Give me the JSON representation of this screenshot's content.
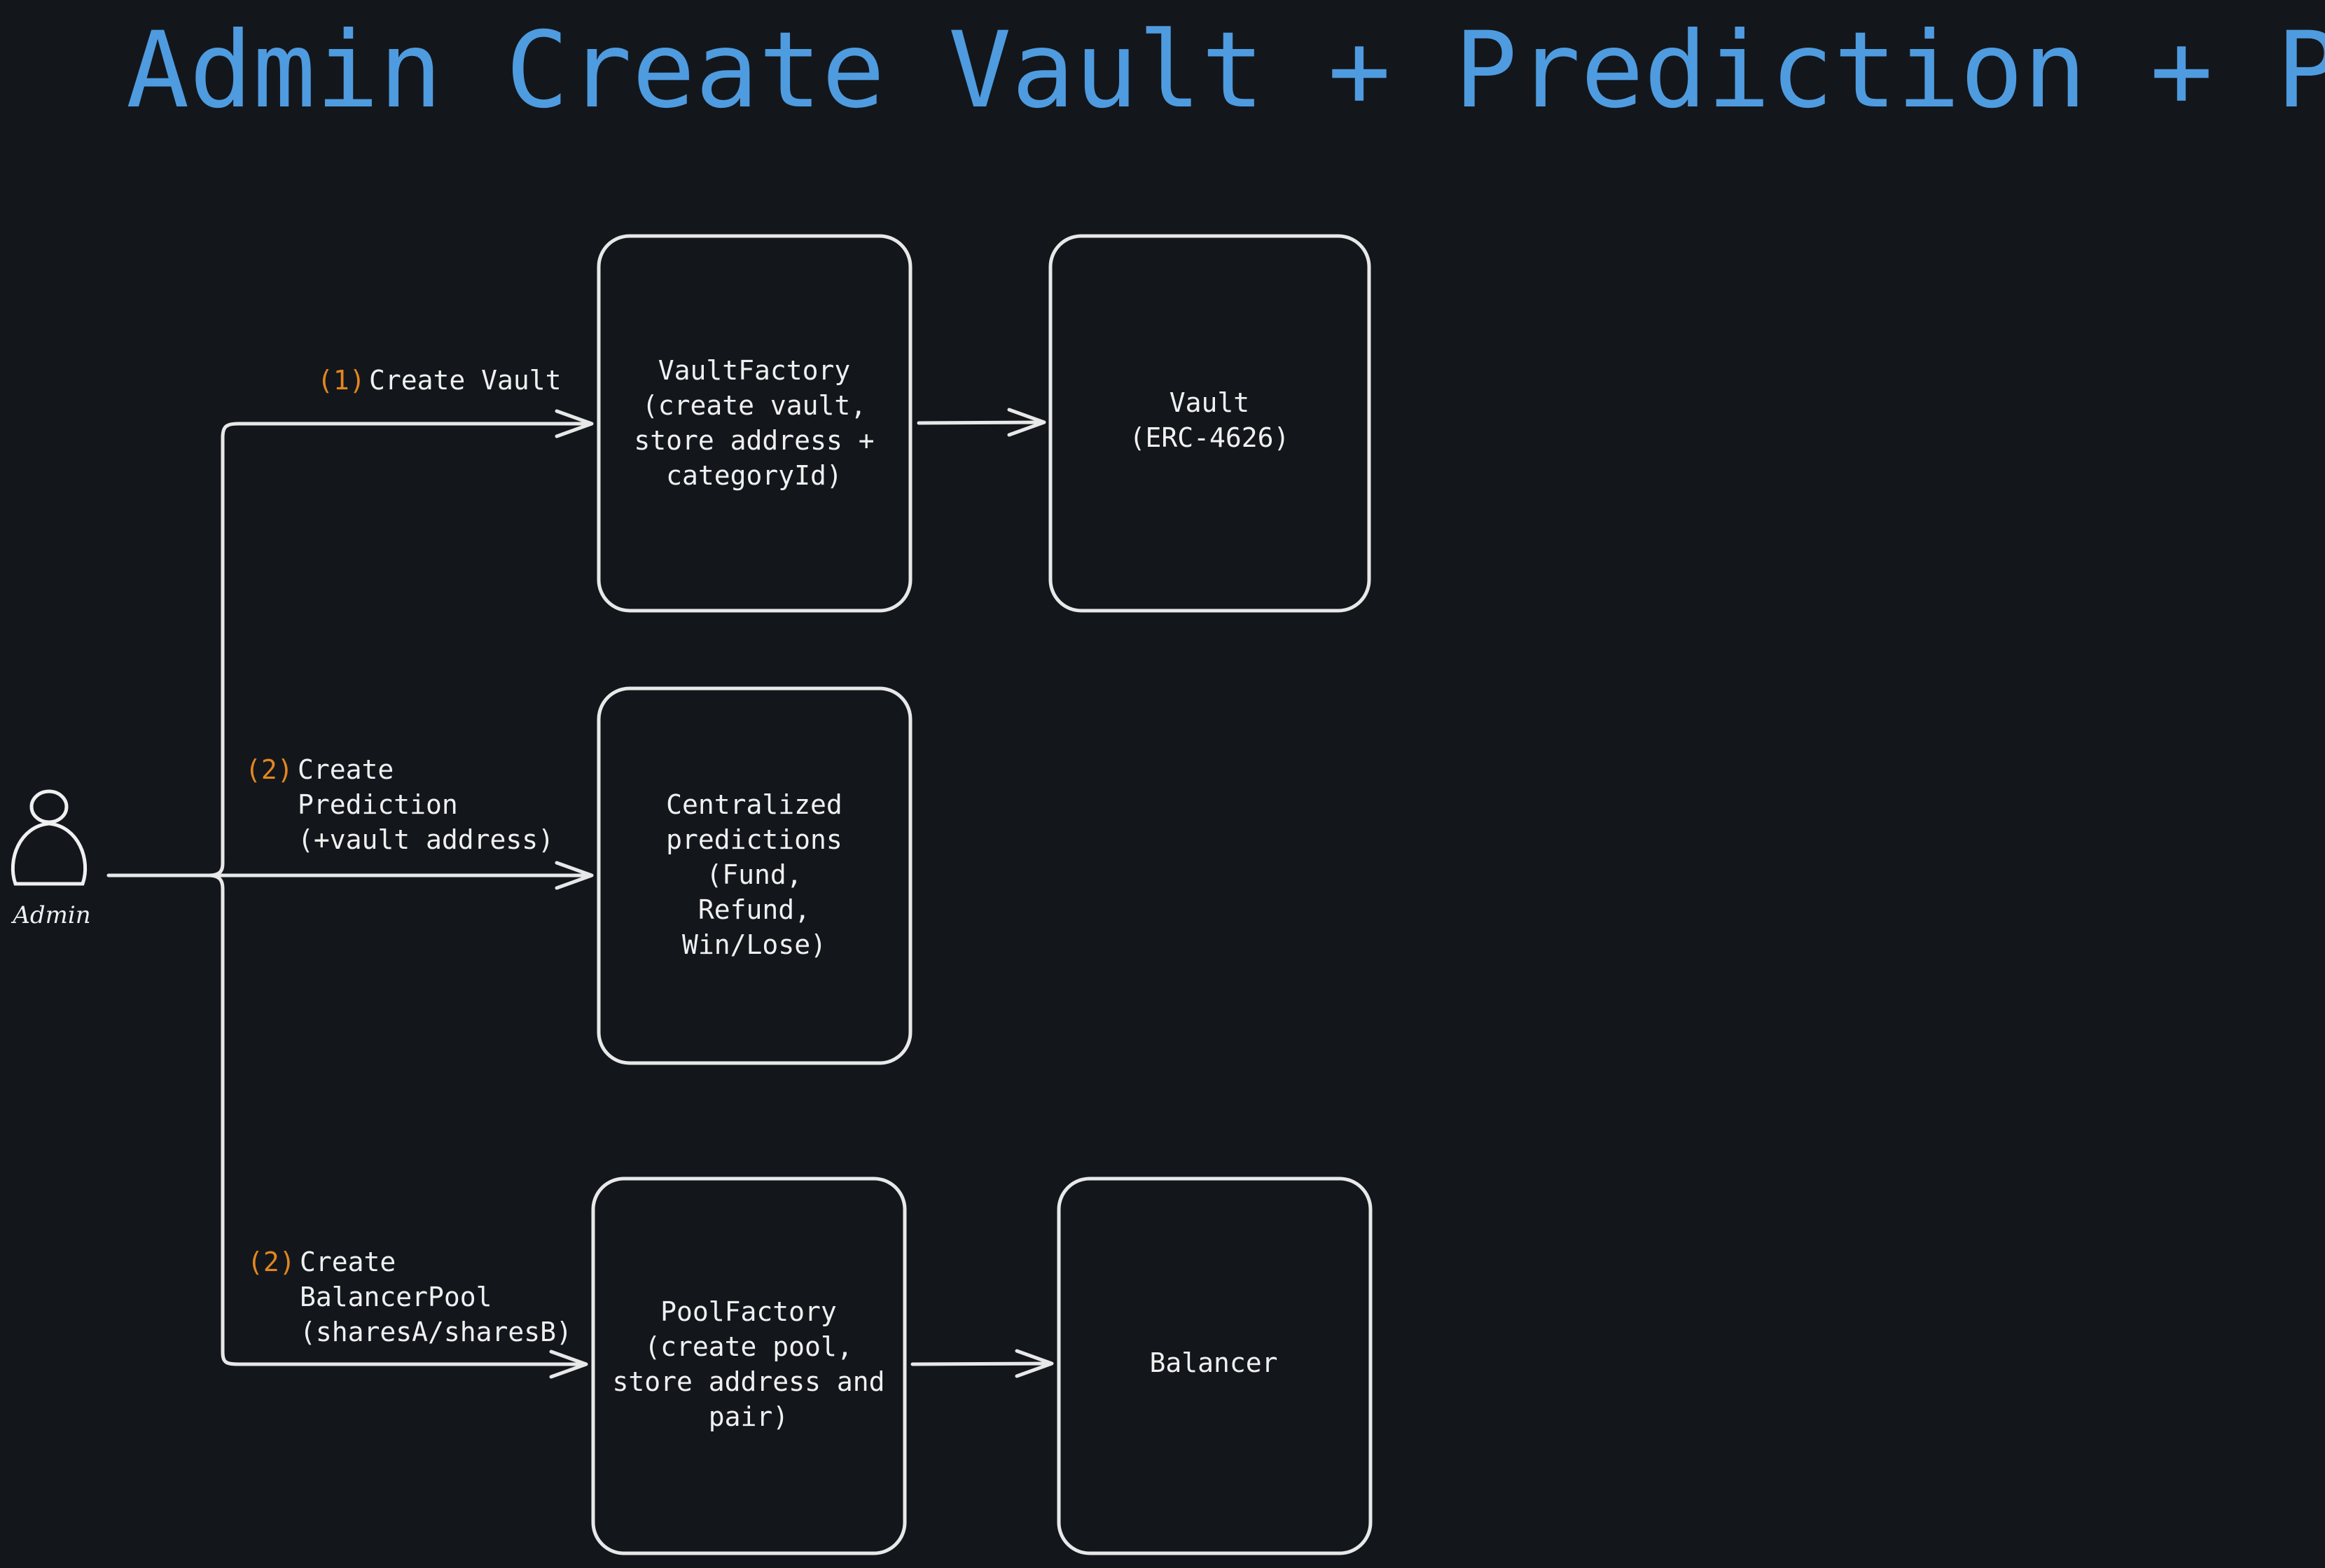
{
  "title": "Admin Create Vault + Prediction + Pool",
  "colors": {
    "background": "#13171c",
    "title": "#4f9bdf",
    "stroke": "#e8e8e8",
    "text": "#f0f0f0",
    "step_number": "#e3861f"
  },
  "actor": {
    "icon": "user-icon",
    "label": "Admin"
  },
  "nodes": {
    "vault_factory": [
      "VaultFactory",
      "(create vault,",
      "store address +",
      "categoryId)"
    ],
    "vault": [
      "Vault",
      "(ERC-4626)"
    ],
    "predictions": [
      "Centralized",
      "predictions",
      "(Fund,",
      "Refund,",
      "Win/Lose)"
    ],
    "pool_factory": [
      "PoolFactory",
      "(create pool,",
      "store address and",
      "pair)"
    ],
    "balancer": [
      "Balancer"
    ]
  },
  "edge_labels": {
    "create_vault": {
      "step": "(1)",
      "lines": [
        "Create Vault"
      ]
    },
    "create_prediction": {
      "step": "(2)",
      "lines": [
        "Create",
        "Prediction",
        "(+vault address)"
      ]
    },
    "create_pool": {
      "step": "(2)",
      "lines": [
        "Create",
        "BalancerPool",
        "(sharesA/sharesB)"
      ]
    }
  }
}
